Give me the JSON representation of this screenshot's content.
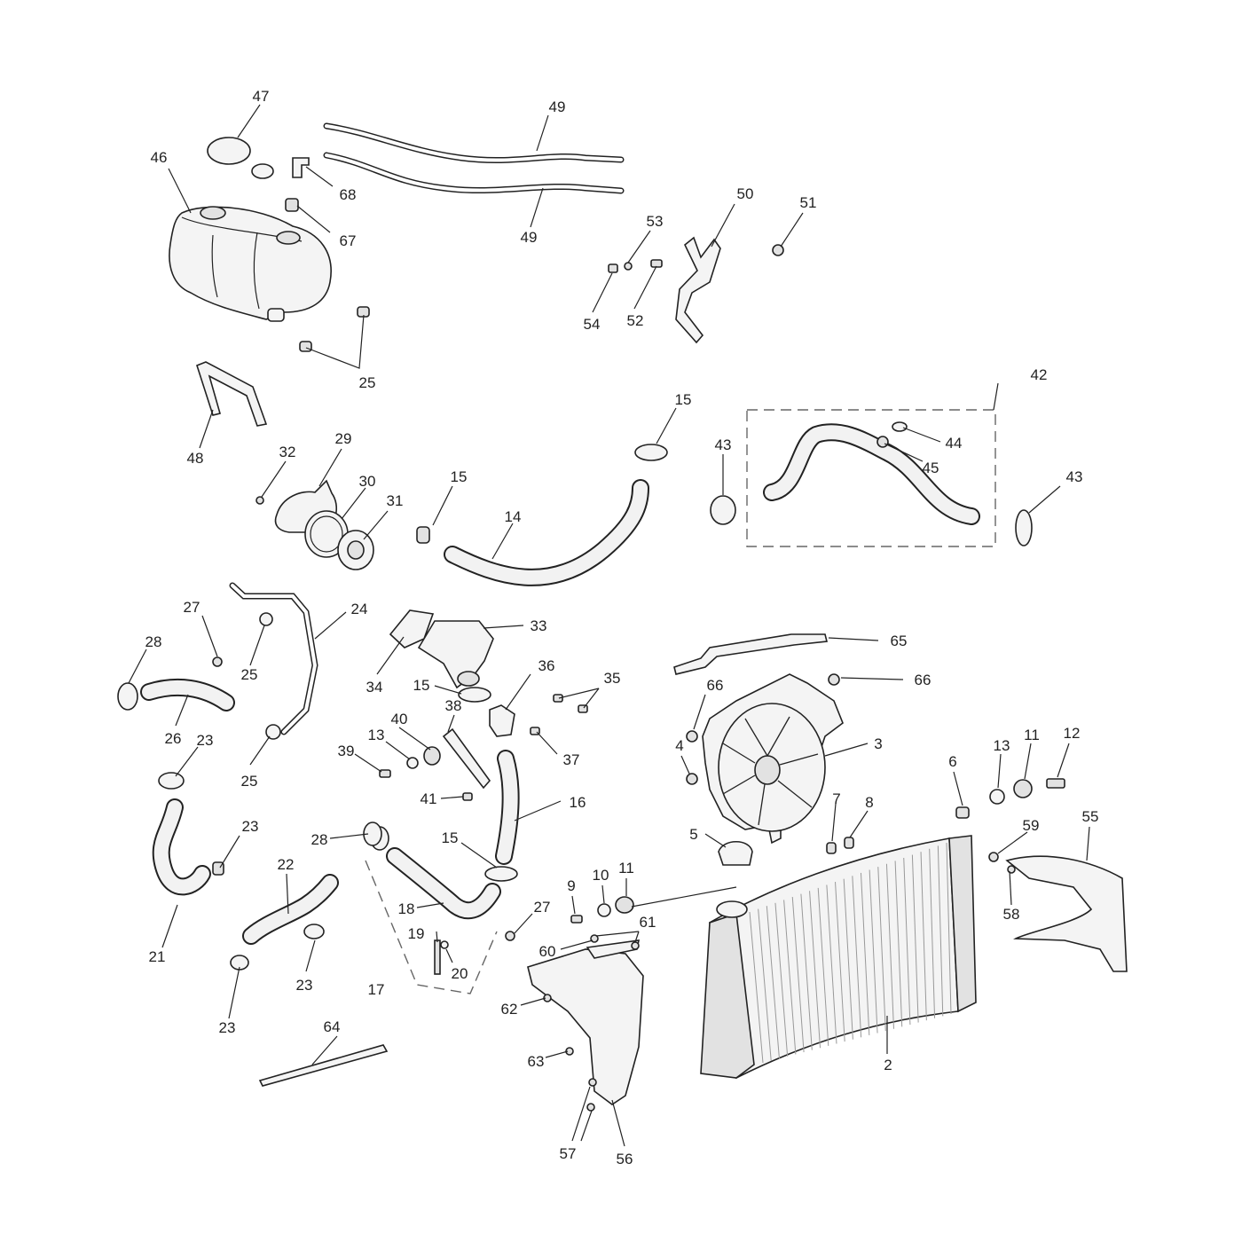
{
  "callouts": {
    "c2": "2",
    "c3": "3",
    "c4": "4",
    "c5": "5",
    "c6": "6",
    "c7": "7",
    "c8": "8",
    "c9": "9",
    "c10": "10",
    "c11a": "11",
    "c11b": "11",
    "c12": "12",
    "c13a": "13",
    "c13b": "13",
    "c14": "14",
    "c15a": "15",
    "c15b": "15",
    "c15c": "15",
    "c15d": "15",
    "c16": "16",
    "c17": "17",
    "c18": "18",
    "c19": "19",
    "c20": "20",
    "c21": "21",
    "c22": "22",
    "c23a": "23",
    "c23b": "23",
    "c23c": "23",
    "c23d": "23",
    "c24": "24",
    "c25a": "25",
    "c25b": "25",
    "c25c": "25",
    "c26": "26",
    "c27a": "27",
    "c27b": "27",
    "c28a": "28",
    "c28b": "28",
    "c29": "29",
    "c30": "30",
    "c31": "31",
    "c32": "32",
    "c33": "33",
    "c34": "34",
    "c35": "35",
    "c36": "36",
    "c37": "37",
    "c38": "38",
    "c39": "39",
    "c40": "40",
    "c41": "41",
    "c42": "42",
    "c43a": "43",
    "c43b": "43",
    "c44": "44",
    "c45": "45",
    "c46": "46",
    "c47": "47",
    "c48": "48",
    "c49a": "49",
    "c49b": "49",
    "c50": "50",
    "c51": "51",
    "c52": "52",
    "c53": "53",
    "c54": "54",
    "c55": "55",
    "c56": "56",
    "c57": "57",
    "c58": "58",
    "c59": "59",
    "c60": "60",
    "c61": "61",
    "c62": "62",
    "c63": "63",
    "c64": "64",
    "c65": "65",
    "c66a": "66",
    "c66b": "66",
    "c67": "67",
    "c68": "68"
  }
}
